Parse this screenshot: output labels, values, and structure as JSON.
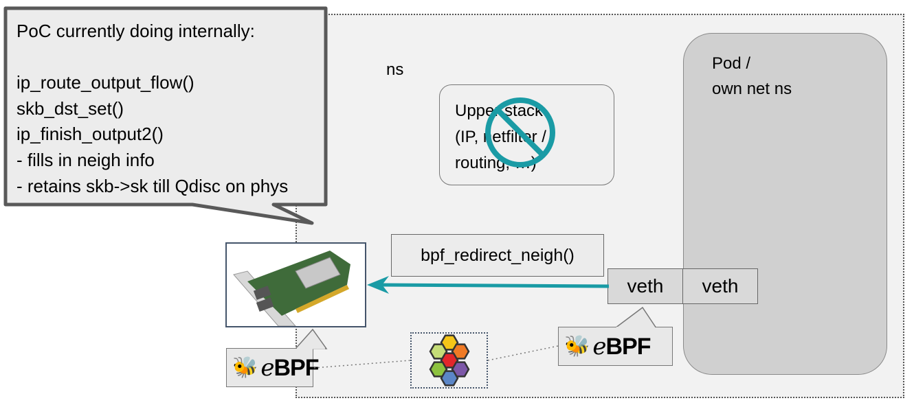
{
  "host_ns": {
    "label_visible": "ns"
  },
  "pod": {
    "lines": "Pod /\nown net ns"
  },
  "upper_stack": {
    "lines": "Upper stack\n(IP, netfilter /\nrouting, …)",
    "overlay_icon": "no-entry-icon",
    "overlay_color": "#1a9ba5"
  },
  "redirect": {
    "label": "bpf_redirect_neigh()"
  },
  "veth_host": {
    "label": "veth"
  },
  "veth_pod": {
    "label": "veth"
  },
  "arrow_color": "#1a9ba5",
  "nic": {
    "icon": "network-card-image"
  },
  "ebpf_left": {
    "label_e": "e",
    "label_bpf": "BPF",
    "icon": "bee-icon"
  },
  "ebpf_right": {
    "label_e": "e",
    "label_bpf": "BPF",
    "icon": "bee-icon"
  },
  "hive": {
    "icon": "hive-hexagons-icon",
    "colors": [
      "#f5c518",
      "#c5dd77",
      "#f07a25",
      "#e3262b",
      "#8dc23f",
      "#7d58a8",
      "#5b86c7"
    ]
  },
  "callout": {
    "text": "PoC currently doing internally:\n\nip_route_output_flow()\nskb_dst_set()\nip_finish_output2()\n- fills in neigh info\n- retains skb->sk till Qdisc on phys"
  }
}
